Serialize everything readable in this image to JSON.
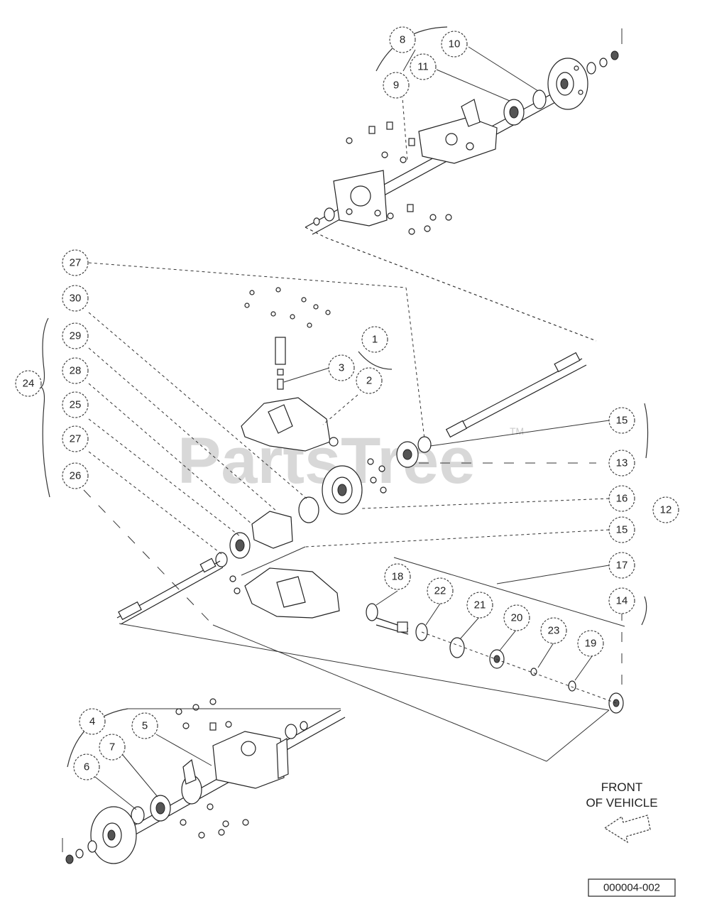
{
  "watermark": {
    "text": "PartsTree",
    "tm": "TM"
  },
  "front_label": {
    "line1": "FRONT",
    "line2": "OF VEHICLE"
  },
  "diagram_code": "000004-002",
  "callouts": {
    "c8": "8",
    "c10": "10",
    "c11": "11",
    "c9": "9",
    "c27a": "27",
    "c30": "30",
    "c24": "24",
    "c29": "29",
    "c28": "28",
    "c25": "25",
    "c27b": "27",
    "c26": "26",
    "c1": "1",
    "c3": "3",
    "c2": "2",
    "c15a": "15",
    "c13": "13",
    "c16": "16",
    "c12": "12",
    "c15b": "15",
    "c17": "17",
    "c14": "14",
    "c18": "18",
    "c22": "22",
    "c21": "21",
    "c20": "20",
    "c23": "23",
    "c19": "19",
    "c4": "4",
    "c5": "5",
    "c7": "7",
    "c6": "6"
  }
}
